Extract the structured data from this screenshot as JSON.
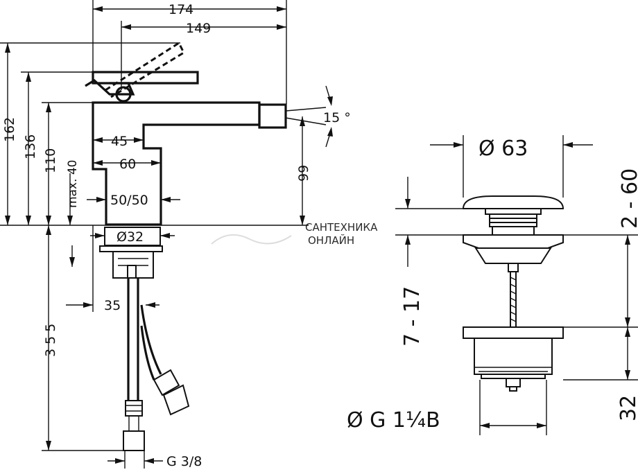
{
  "dimensions": {
    "width_total": "174",
    "width_spout": "149",
    "height_total": "162",
    "height_lever": "136",
    "height_body": "110",
    "height_max": "max. 40",
    "spout_height": "99",
    "angle": "15 °",
    "d45": "45",
    "d60": "60",
    "flow": "50/50",
    "hole": "Ø32",
    "d35": "35",
    "hose_length": "3 5 5",
    "hose_thread": "G 3/8",
    "cap_diameter": "Ø 63",
    "cap_height": "2 - 60",
    "plug_range": "7 - 17",
    "plug_height": "32",
    "thread_label": "Ø G 1¼B"
  },
  "watermark": {
    "line1": "САНТЕХНИКА",
    "line2": "ОНЛАЙН"
  }
}
